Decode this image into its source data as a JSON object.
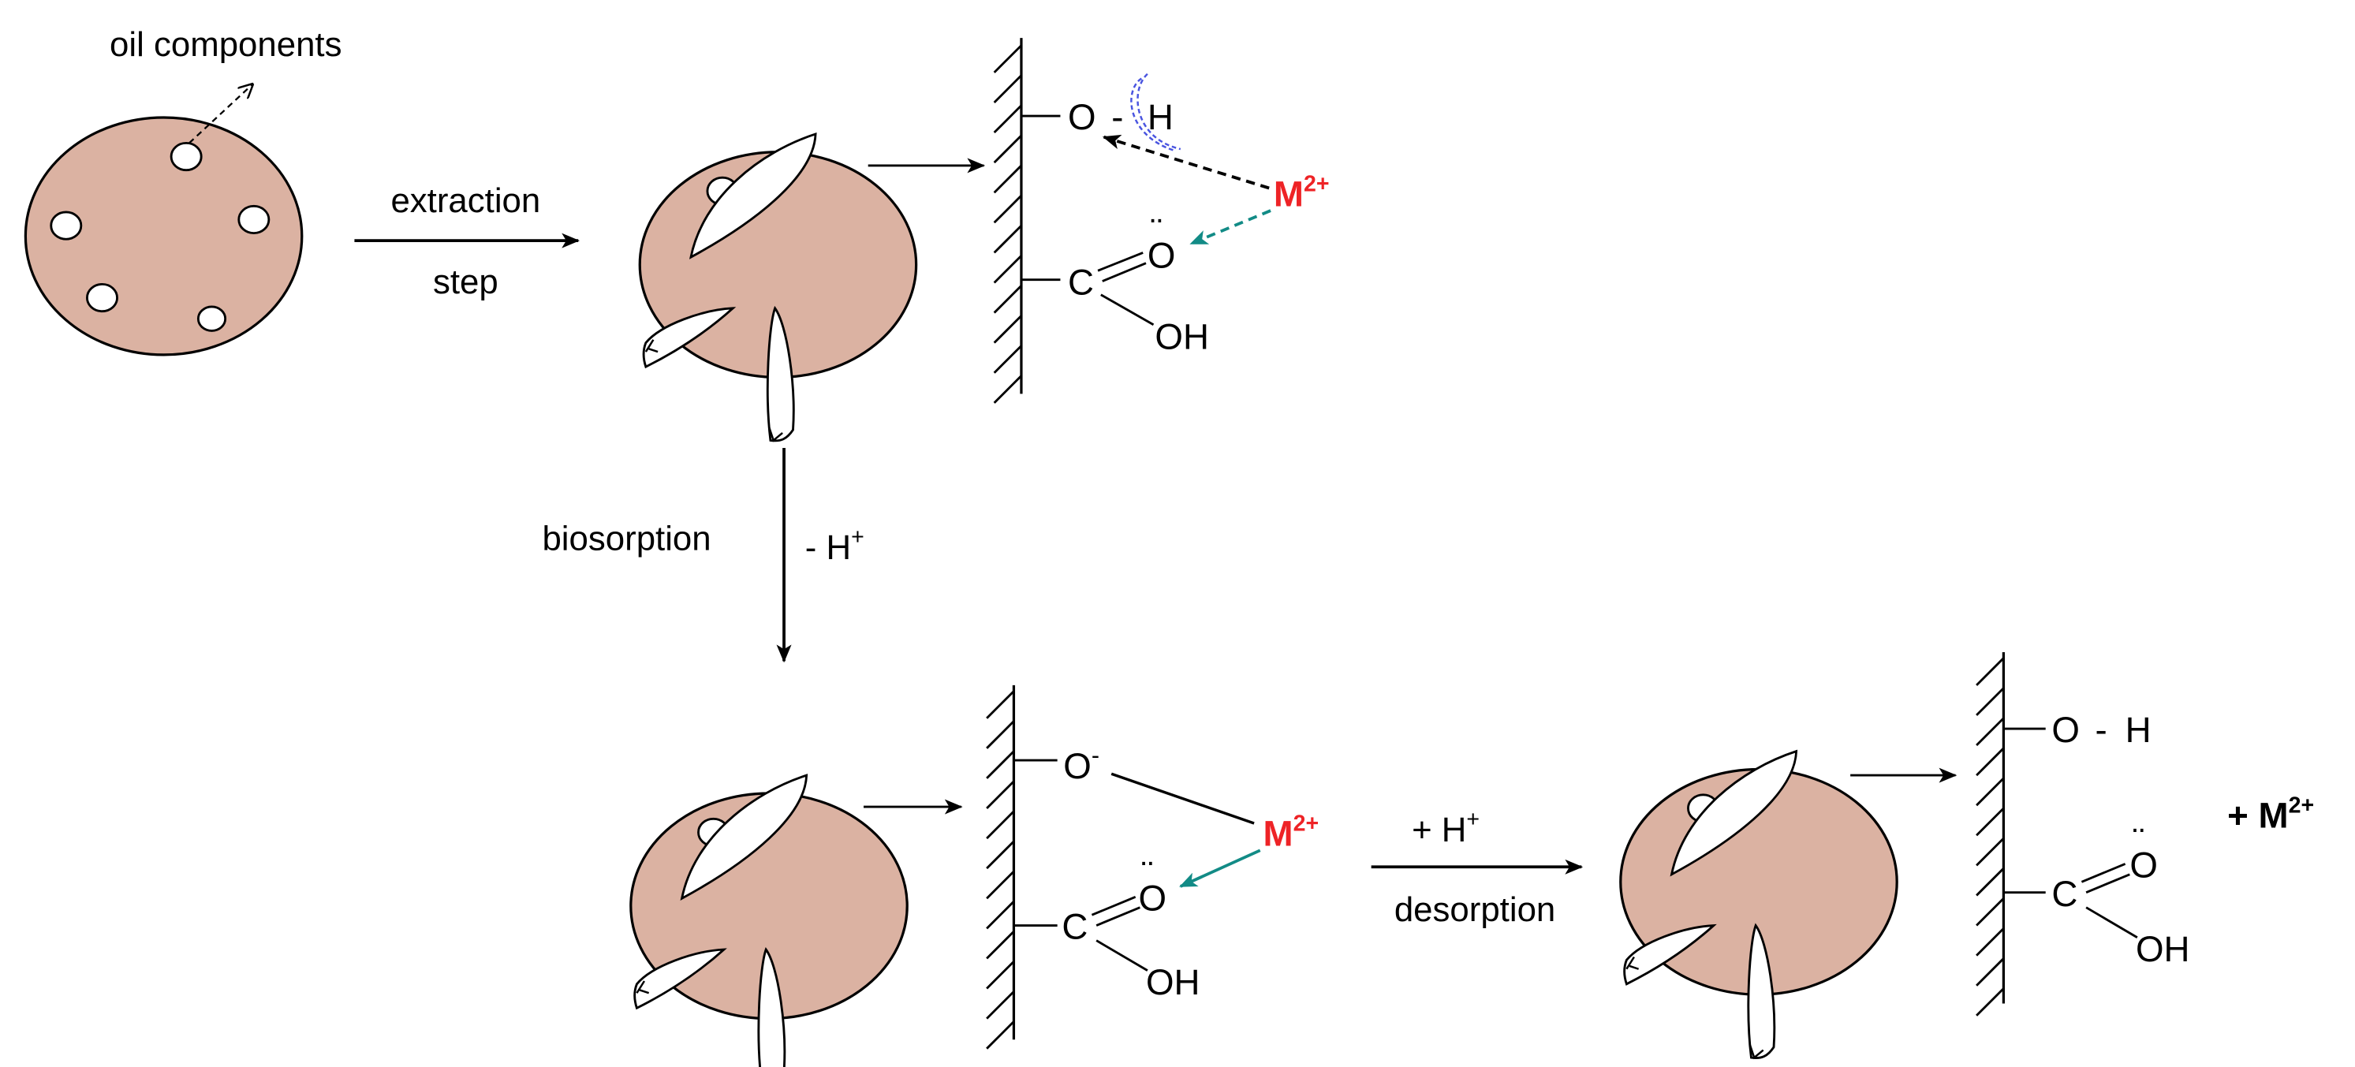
{
  "labels": {
    "oil_components": "oil components",
    "extraction": "extraction",
    "step": "step",
    "biosorption": "biosorption",
    "minus_h": "- H",
    "plus_sign": "+",
    "plus_h": "+ H",
    "desorption": "desorption",
    "desorption_free_metal": "+ M"
  },
  "chem": {
    "hydroxyl_O": "O",
    "hydroxyl_dash": "-",
    "hydroxyl_H": "H",
    "carbonyl_C": "C",
    "carbonyl_O": "O",
    "lone_pair": "¨",
    "acid_OH": "OH",
    "oxide_O": "O",
    "minus_charge": "-",
    "metal_symbol": "M",
    "metal_charge": "2+"
  },
  "colors": {
    "particle_fill": "#dbb2a2",
    "metal_red": "#ee2326",
    "arrow_teal": "#128b86",
    "arc_blue": "#4a55e0",
    "ink": "#000000"
  }
}
